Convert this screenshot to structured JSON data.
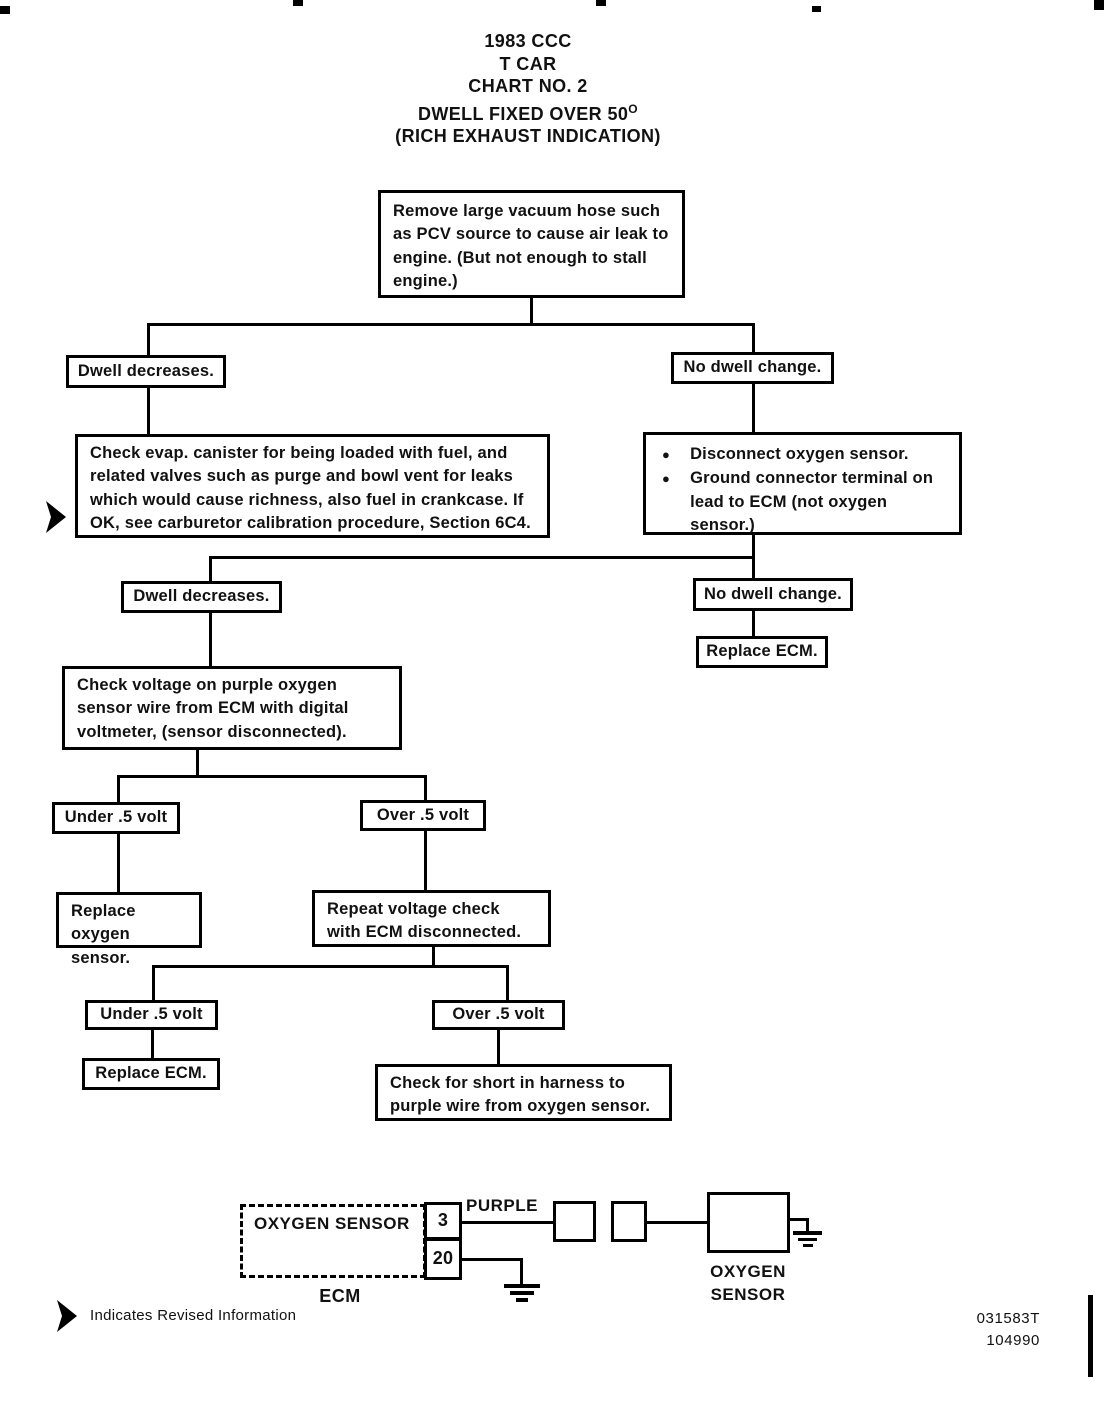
{
  "title": {
    "lines": [
      "1983 CCC",
      "T CAR",
      "CHART NO. 2",
      "DWELL FIXED OVER 50",
      "(RICH EXHAUST INDICATION)"
    ],
    "degree": "O"
  },
  "nodes": {
    "remove_hose": "Remove large vacuum hose such as PCV source to cause air leak to engine. (But not enough to stall engine.)",
    "dwell_decreases_1": "Dwell decreases.",
    "no_dwell_change_1": "No dwell change.",
    "check_evap": "Check evap. canister for being loaded with fuel, and related valves such as purge and bowl vent for leaks which would cause richness, also fuel in crankcase. If OK, see carburetor calibration procedure, Section 6C4.",
    "disconnect_bullet_1": "Disconnect oxygen sensor.",
    "disconnect_bullet_2": "Ground connector terminal on lead to ECM (not oxygen sensor.)",
    "dwell_decreases_2": "Dwell decreases.",
    "no_dwell_change_2": "No dwell change.",
    "replace_ecm_1": "Replace ECM.",
    "check_voltage": "Check voltage on purple oxygen sensor wire from ECM with digital voltmeter, (sensor disconnected).",
    "under_5_volt_1": "Under .5 volt",
    "over_5_volt_1": "Over .5 volt",
    "replace_oxygen_sensor": "Replace oxygen sensor.",
    "repeat_voltage": "Repeat voltage check with ECM disconnected.",
    "under_5_volt_2": "Under .5 volt",
    "over_5_volt_2": "Over .5 volt",
    "replace_ecm_2": "Replace ECM.",
    "check_short": "Check for short in harness to purple wire from oxygen sensor."
  },
  "wiring": {
    "ecm_internal_label": "OXYGEN SENSOR",
    "ecm_label": "ECM",
    "terminal_3": "3",
    "terminal_20": "20",
    "wire_label": "PURPLE",
    "sensor_label_line1": "OXYGEN",
    "sensor_label_line2": "SENSOR"
  },
  "legend": {
    "revision_note": "Indicates Revised Information"
  },
  "footer": {
    "code_1": "031583T",
    "code_2": "104990"
  },
  "colors": {
    "ink": "#111111",
    "paper": "#ffffff"
  }
}
